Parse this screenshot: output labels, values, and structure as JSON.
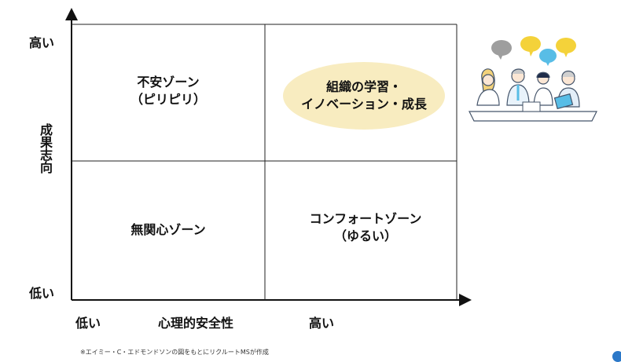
{
  "quadrants": {
    "top_left": "不安ゾーン\n（ピリピリ）",
    "top_right": "組織の学習・\nイノベーション・成長",
    "bottom_left": "無関心ゾーン",
    "bottom_right": "コンフォートゾーン\n（ゆるい）"
  },
  "y_axis": {
    "title": "成果志向",
    "high": "高い",
    "low": "低い"
  },
  "x_axis": {
    "title": "心理的安全性",
    "low": "低い",
    "high": "高い"
  },
  "footnote": "※エイミー・C・エドモンドソンの図をもとにリクルートMSが作成",
  "colors": {
    "highlight": "#f8ecc0",
    "bubble_gray": "#9e9e9e",
    "bubble_yellow": "#f4d23a",
    "bubble_blue": "#58bde6"
  }
}
